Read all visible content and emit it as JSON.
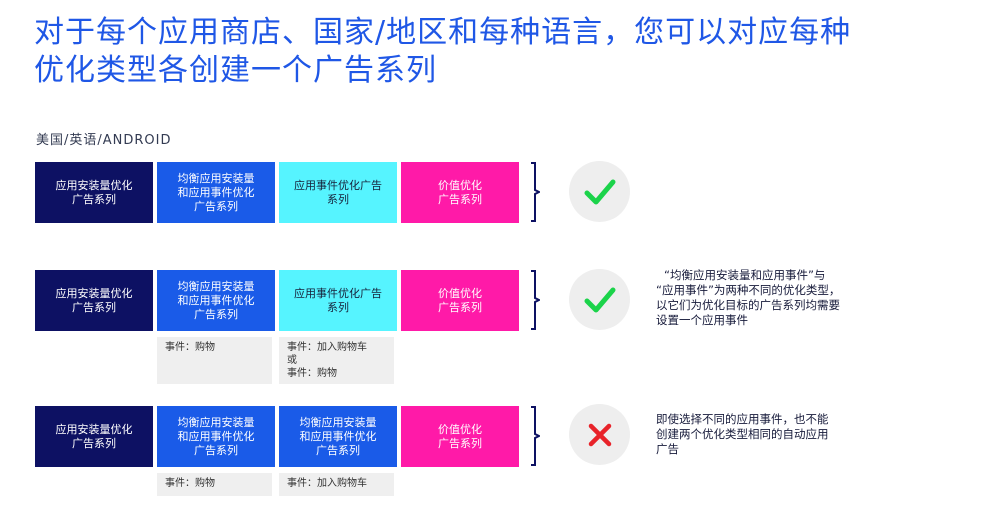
{
  "title_lines": [
    "对于每个应用商店、国家/地区和每种语言，您可以对应每种",
    "优化类型各创建一个广告系列"
  ],
  "subtitle": "美国/英语/ANDROID",
  "rows": [
    {
      "boxes": [
        [
          "应用安装量优化",
          "广告系列"
        ],
        [
          "均衡应用安装量",
          "和应用事件优化",
          "广告系列"
        ],
        [
          "应用事件优化广告",
          "系列"
        ],
        [
          "价值优化",
          "广告系列"
        ]
      ],
      "status": "check-icon",
      "note": []
    },
    {
      "boxes": [
        [
          "应用安装量优化",
          "广告系列"
        ],
        [
          "均衡应用安装量",
          "和应用事件优化",
          "广告系列"
        ],
        [
          "应用事件优化广告",
          "系列"
        ],
        [
          "价值优化",
          "广告系列"
        ]
      ],
      "events": [
        [
          "事件：购物"
        ],
        [
          "事件：加入购物车",
          "或",
          "事件：购物"
        ]
      ],
      "status": "check-icon",
      "note": [
        "“均衡应用安装量和应用事件”与",
        "“应用事件”为两种不同的优化类型，",
        "以它们为优化目标的广告系列均需要",
        "设置一个应用事件"
      ]
    },
    {
      "boxes": [
        [
          "应用安装量优化",
          "广告系列"
        ],
        [
          "均衡应用安装量",
          "和应用事件优化",
          "广告系列"
        ],
        [
          "均衡应用安装量",
          "和应用事件优化",
          "广告系列"
        ],
        [
          "价值优化",
          "广告系列"
        ]
      ],
      "events": [
        [
          "事件：购物"
        ],
        [
          "事件：加入购物车"
        ]
      ],
      "status": "cross-icon",
      "note": [
        "即使选择不同的应用事件，也不能",
        "创建两个优化类型相同的自动应用",
        "广告"
      ]
    }
  ],
  "colors": {
    "title": "#1f57e6",
    "navy": "#0d1163",
    "blue": "#1a5be8",
    "cyan": "#56f4ff",
    "magenta": "#ff1aa8",
    "check": "#1bd34a",
    "cross": "#e8232a"
  }
}
